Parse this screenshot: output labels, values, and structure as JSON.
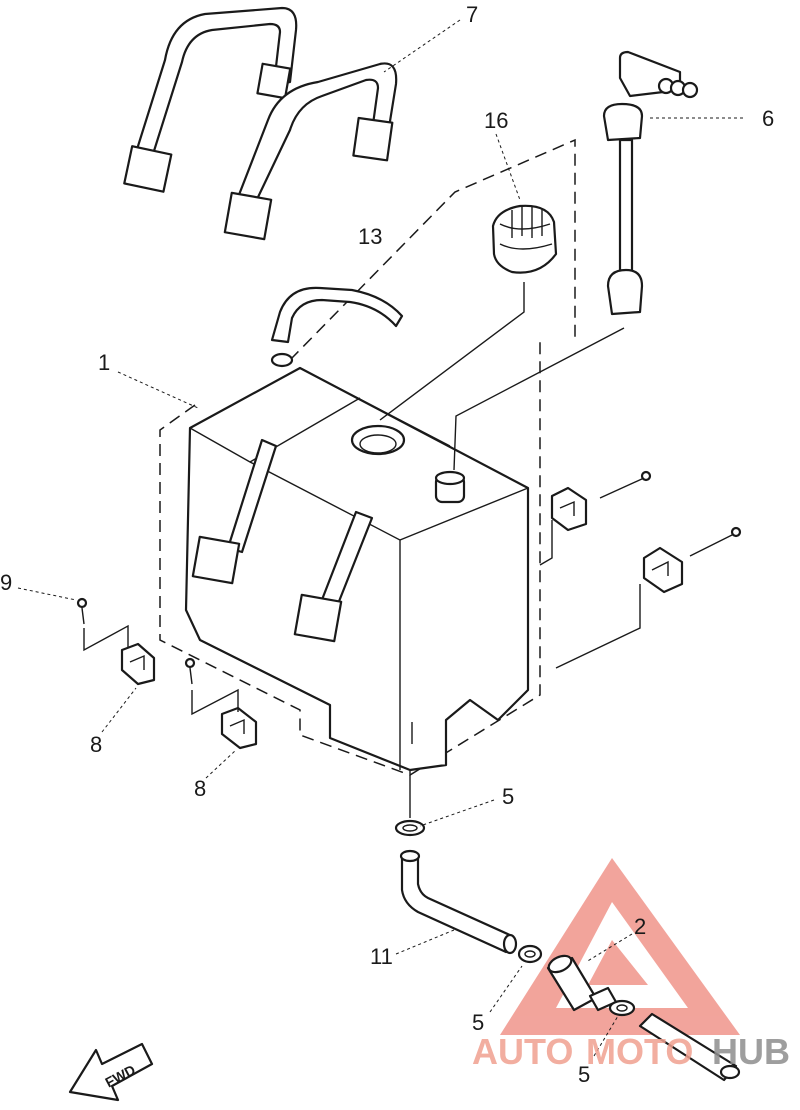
{
  "callouts": {
    "c1": "1",
    "c2": "2",
    "c5a": "5",
    "c5b": "5",
    "c5c": "5",
    "c6": "6",
    "c7": "7",
    "c8a": "8",
    "c8b": "8",
    "c9": "9",
    "c11": "11",
    "c13": "13",
    "c16": "16"
  },
  "fwd_label": "FWD",
  "watermark": {
    "part1": "AUTO",
    "part2": "MOTO",
    "part3": "HUB",
    "color_primary": "#f0a090",
    "color_secondary": "#9a9a9a"
  }
}
